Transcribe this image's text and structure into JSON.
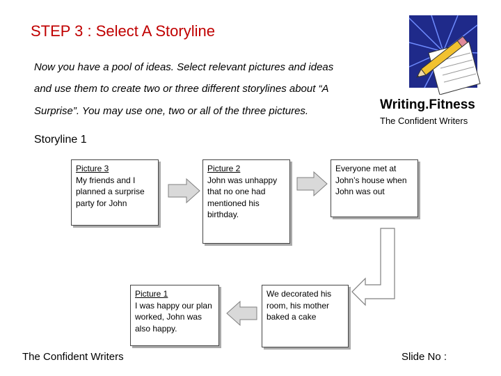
{
  "title": "STEP 3 : Select A Storyline",
  "intro": {
    "line1": "Now you have a pool of ideas. Select relevant pictures and ideas",
    "line2": "and use them to create two or three different storylines about “A",
    "line3": "Surprise”. You may use one, two or all of the three pictures."
  },
  "brand": {
    "name": "Writing.Fitness",
    "tagline": "The Confident Writers"
  },
  "storyline_heading": "Storyline 1",
  "cards": {
    "picture3": {
      "caption": "Picture 3",
      "text": "My friends and I planned a surprise party for John"
    },
    "picture2": {
      "caption": "Picture 2",
      "text": "John was unhappy that no one had mentioned his birthday."
    },
    "everyone": {
      "text": "Everyone met at John’s house when John was out"
    },
    "decorated": {
      "text": "We decorated his room, his mother baked a cake"
    },
    "picture1": {
      "caption": "Picture 1",
      "text": "I was happy our plan worked, John was also happy."
    }
  },
  "footer": {
    "left": "The Confident Writers",
    "right": "Slide No :"
  },
  "colors": {
    "title": "#c00000",
    "arrow_fill": "#d9d9d9",
    "arrow_stroke": "#7f7f7f"
  },
  "icons": [
    "notepad-pencil-icon"
  ]
}
